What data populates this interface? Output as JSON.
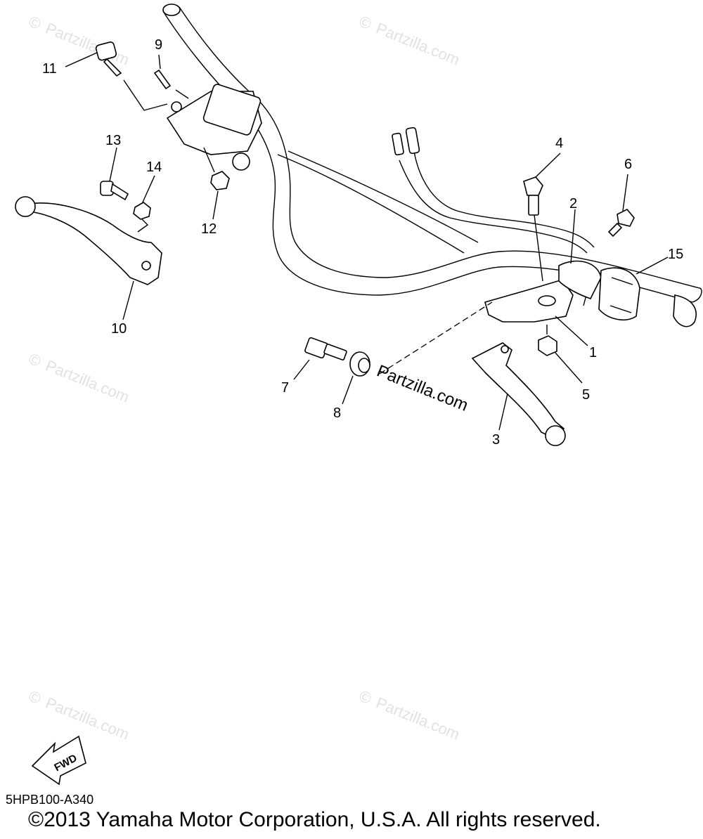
{
  "diagram": {
    "callouts": [
      "1",
      "2",
      "3",
      "4",
      "5",
      "6",
      "7",
      "8",
      "9",
      "10",
      "11",
      "12",
      "13",
      "14",
      "15"
    ],
    "watermark_text": "Partzilla.com",
    "watermark_mark": "©",
    "fwd_label": "FWD",
    "diagram_code": "5HPB100-A340",
    "copyright": "©2013 Yamaha Motor Corporation, U.S.A. All rights reserved."
  }
}
